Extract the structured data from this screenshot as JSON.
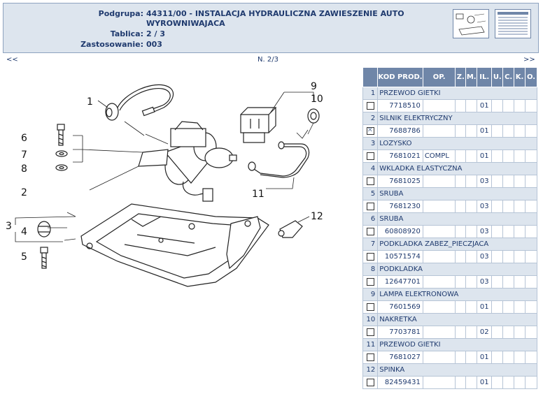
{
  "header": {
    "podgrupa_label": "Podgrupa:",
    "podgrupa_value": "44311/00 - INSTALACJA HYDRAULICZNA ZAWIESZENIE AUTO",
    "podgrupa_value2": "WYROWNIWAJACA",
    "tablica_label": "Tablica:",
    "tablica_value": "2 / 3",
    "zastosowanie_label": "Zastosowanie:",
    "zastosowanie_value": "003"
  },
  "nav": {
    "prev": "<<",
    "page": "N. 2/3",
    "next": ">>"
  },
  "diagram": {
    "callouts": [
      "1",
      "2",
      "3",
      "4",
      "5",
      "6",
      "7",
      "8",
      "9",
      "10",
      "11",
      "12"
    ]
  },
  "table": {
    "columns": [
      "",
      "KOD PROD.",
      "OP.",
      "Z.",
      "M.",
      "IL.",
      "U.",
      "C.",
      "K.",
      "O."
    ],
    "rows": [
      {
        "pos": "1",
        "desc": "PRZEWOD GIETKI",
        "code": "7718510",
        "op": "",
        "qty": "01",
        "checked": false
      },
      {
        "pos": "2",
        "desc": "SILNIK ELEKTRYCZNY",
        "code": "7688786",
        "op": "",
        "qty": "01",
        "checked": true
      },
      {
        "pos": "3",
        "desc": "LOZYSKO",
        "code": "7681021",
        "op": "COMPL",
        "qty": "01",
        "checked": false
      },
      {
        "pos": "4",
        "desc": "WKLADKA ELASTYCZNA",
        "code": "7681025",
        "op": "",
        "qty": "03",
        "checked": false
      },
      {
        "pos": "5",
        "desc": "SRUBA",
        "code": "7681230",
        "op": "",
        "qty": "03",
        "checked": false
      },
      {
        "pos": "6",
        "desc": "SRUBA",
        "code": "60808920",
        "op": "",
        "qty": "03",
        "checked": false
      },
      {
        "pos": "7",
        "desc": "PODKLADKA ZABEZ_PIECZJACA",
        "code": "10571574",
        "op": "",
        "qty": "03",
        "checked": false
      },
      {
        "pos": "8",
        "desc": "PODKLADKA",
        "code": "12647701",
        "op": "",
        "qty": "03",
        "checked": false
      },
      {
        "pos": "9",
        "desc": "LAMPA ELEKTRONOWA",
        "code": "7601569",
        "op": "",
        "qty": "01",
        "checked": false
      },
      {
        "pos": "10",
        "desc": "NAKRETKA",
        "code": "7703781",
        "op": "",
        "qty": "02",
        "checked": false
      },
      {
        "pos": "11",
        "desc": "PRZEWOD GIETKI",
        "code": "7681027",
        "op": "",
        "qty": "01",
        "checked": false
      },
      {
        "pos": "12",
        "desc": "SPINKA",
        "code": "82459431",
        "op": "",
        "qty": "01",
        "checked": false
      }
    ]
  }
}
